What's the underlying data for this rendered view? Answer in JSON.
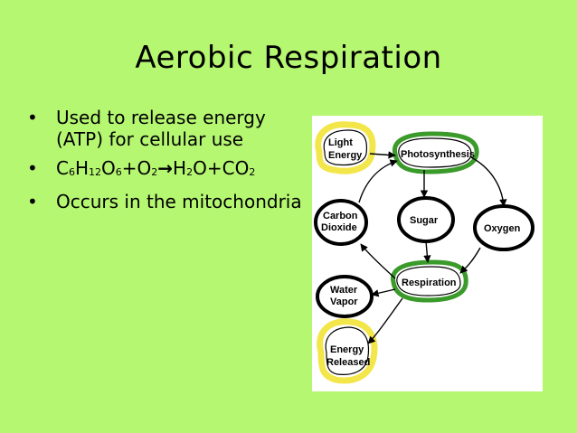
{
  "slide": {
    "title": "Aerobic Respiration",
    "bullets": [
      {
        "text": "Used to release energy (ATP) for cellular use"
      },
      {
        "formula": {
          "c": "C",
          "c_sub": "6",
          "h": "H",
          "h_sub": "12",
          "o": "O",
          "o_sub": "6",
          "plus1": "+",
          "o2": "O",
          "o2_sub": "2",
          "arrow": "→",
          "h2": "H",
          "h2_sub": "2",
          "o3": "O",
          "plus2": "+",
          "co": "CO",
          "co_sub": "2"
        }
      },
      {
        "text": "Occurs in the mitochondria"
      }
    ],
    "bullet_symbol": "•"
  },
  "diagram": {
    "labels": {
      "light_energy_1": "Light",
      "light_energy_2": "Energy",
      "photosynthesis": "Photosynthesis",
      "carbon_1": "Carbon",
      "carbon_2": "Dioxide",
      "sugar": "Sugar",
      "oxygen": "Oxygen",
      "water_1": "Water",
      "water_2": "Vapor",
      "respiration": "Respiration",
      "energy_1": "Energy",
      "energy_2": "Released"
    }
  },
  "colors": {
    "background": "#b6f772",
    "green_outline": "#3a9a2a",
    "yellow_outline": "#f3e64a"
  }
}
